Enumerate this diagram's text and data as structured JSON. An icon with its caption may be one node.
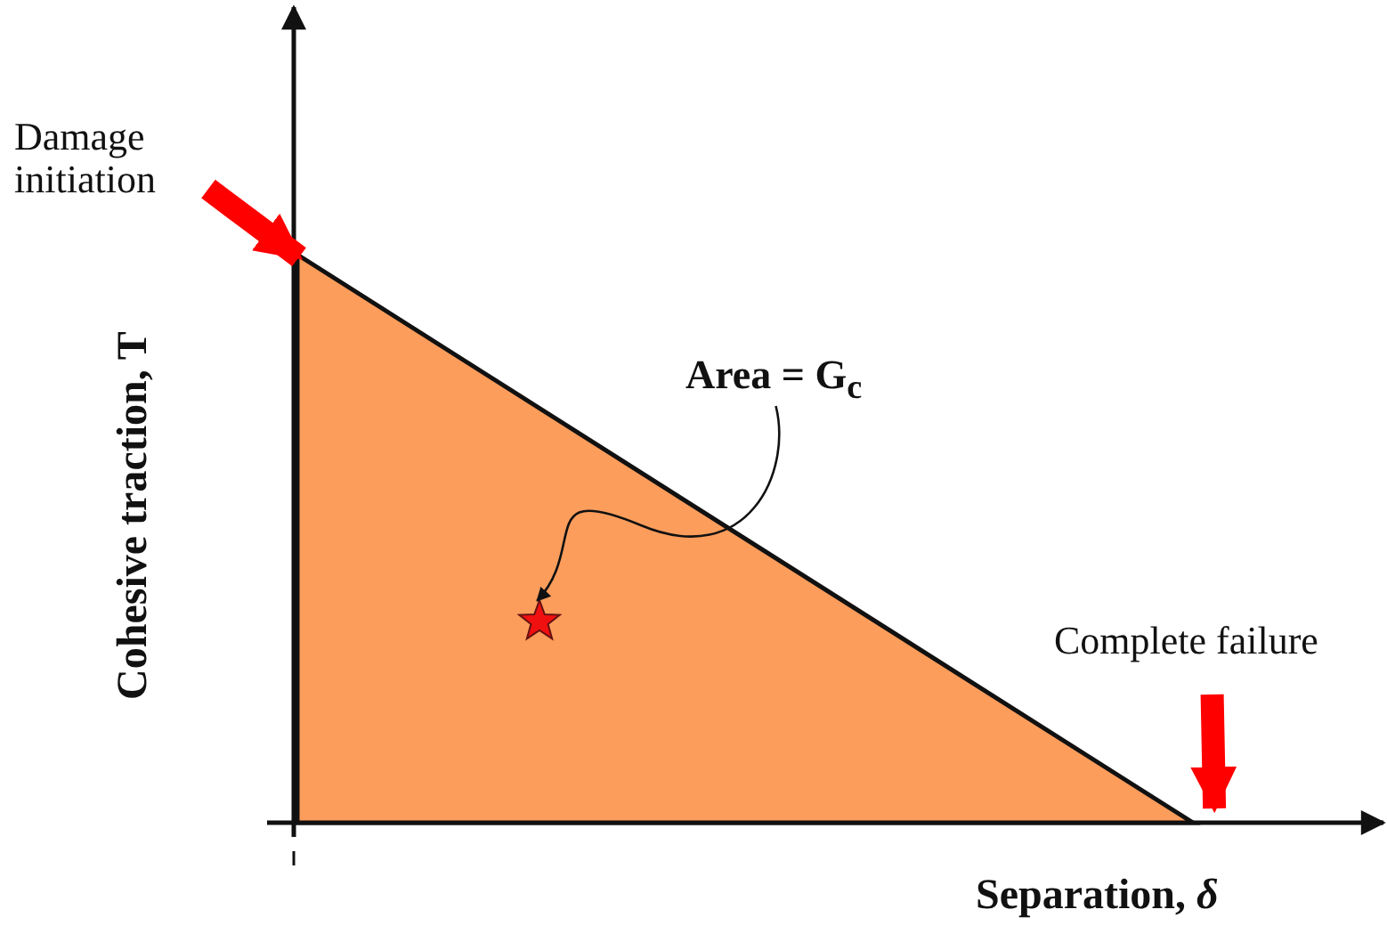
{
  "diagram": {
    "nodes": [
      {
        "text": [
          "Damage initiation"
        ]
      },
      {
        "text": [
          "Area = G$_{c}$"
        ]
      },
      {
        "text": [
          "Complete failure"
        ]
      },
      {
        "text": [],
        "shape": "triangle"
      },
      {
        "text": [],
        "shape": "star",
        "in": 3
      }
    ],
    "edges": [
      {
        "from": 0,
        "to": 3,
        "arrow": "to"
      },
      {
        "from": 1,
        "to": 4,
        "arrow": "to",
        "color": "#111111"
      },
      {
        "from": 2,
        "to": 3,
        "arrow": "to"
      }
    ],
    "labels": [
      "Cohesive traction, T",
      "Separation, *δ*"
    ]
  }
}
